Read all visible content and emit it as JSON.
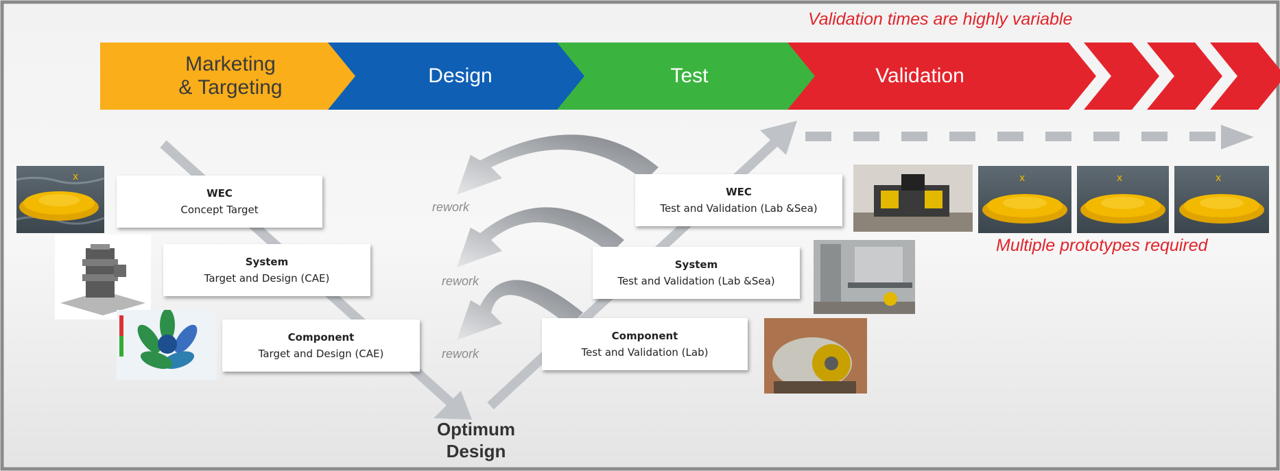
{
  "stages": [
    {
      "label": "Marketing\n& Targeting",
      "color": "#f9ae1a",
      "text_color": "#3a3a3a"
    },
    {
      "label": "Design",
      "color": "#0f5fb5",
      "text_color": "#ffffff"
    },
    {
      "label": "Test",
      "color": "#3ab43f",
      "text_color": "#ffffff"
    },
    {
      "label": "Validation",
      "color": "#e4242c",
      "text_color": "#ffffff"
    }
  ],
  "notes": {
    "top": "Validation times are highly variable",
    "prototypes": "Multiple prototypes required"
  },
  "design_boxes": [
    {
      "title": "WEC",
      "subtitle": "Concept Target"
    },
    {
      "title": "System",
      "subtitle": "Target and Design (CAE)"
    },
    {
      "title": "Component",
      "subtitle": "Target and Design (CAE)"
    }
  ],
  "test_boxes": [
    {
      "title": "WEC",
      "subtitle": "Test and Validation (Lab &Sea)"
    },
    {
      "title": "System",
      "subtitle": "Test and Validation (Lab &Sea)"
    },
    {
      "title": "Component",
      "subtitle": "Test and Validation (Lab)"
    }
  ],
  "rework_labels": [
    "rework",
    "rework",
    "rework"
  ],
  "optimum": "Optimum\nDesign",
  "images": {
    "wec_device": "wec-buoy-image",
    "system_model": "system-cad-image",
    "component_fea": "component-fea-image",
    "wec_lab": "wec-lab-image",
    "system_lab": "system-lab-image",
    "component_lab": "component-lab-image"
  }
}
